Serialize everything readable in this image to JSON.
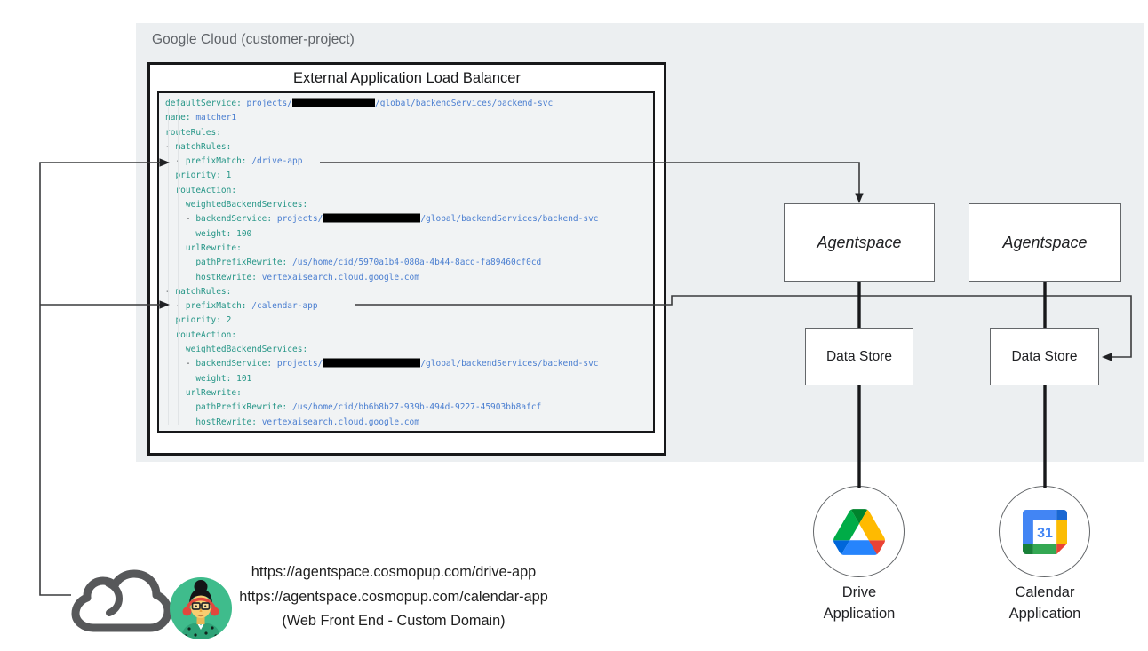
{
  "gcp_panel": {
    "label": "Google Cloud (customer-project)",
    "bg": "#eceff1"
  },
  "load_balancer": {
    "title": "External Application Load Balancer"
  },
  "config": {
    "lines": [
      [
        {
          "c": "k",
          "t": "defaultService:"
        },
        {
          "c": "v",
          "t": " projects/"
        },
        {
          "c": "r",
          "w": 93
        },
        {
          "c": "v",
          "t": "/global/backendServices/backend-svc"
        }
      ],
      [
        {
          "c": "k",
          "t": "name:"
        },
        {
          "c": "v",
          "t": " matcher1"
        }
      ],
      [
        {
          "c": "k",
          "t": "routeRules:"
        }
      ],
      [
        {
          "c": "p",
          "t": "- "
        },
        {
          "c": "k",
          "t": "matchRules:"
        }
      ],
      [
        {
          "c": "p",
          "t": "  - "
        },
        {
          "c": "k",
          "t": "prefixMatch:"
        },
        {
          "c": "v",
          "t": " /drive-app"
        }
      ],
      [
        {
          "c": "p",
          "t": "  "
        },
        {
          "c": "k",
          "t": "priority:"
        },
        {
          "c": "n",
          "t": " 1"
        }
      ],
      [
        {
          "c": "p",
          "t": "  "
        },
        {
          "c": "k",
          "t": "routeAction:"
        }
      ],
      [
        {
          "c": "p",
          "t": "    "
        },
        {
          "c": "k",
          "t": "weightedBackendServices:"
        }
      ],
      [
        {
          "c": "p",
          "t": "    - "
        },
        {
          "c": "k",
          "t": "backendService:"
        },
        {
          "c": "v",
          "t": " projects/"
        },
        {
          "c": "r",
          "w": 110
        },
        {
          "c": "v",
          "t": "/global/backendServices/backend-svc"
        }
      ],
      [
        {
          "c": "p",
          "t": "      "
        },
        {
          "c": "k",
          "t": "weight:"
        },
        {
          "c": "n",
          "t": " 100"
        }
      ],
      [
        {
          "c": "p",
          "t": "    "
        },
        {
          "c": "k",
          "t": "urlRewrite:"
        }
      ],
      [
        {
          "c": "p",
          "t": "      "
        },
        {
          "c": "k",
          "t": "pathPrefixRewrite:"
        },
        {
          "c": "v",
          "t": " /us/home/cid/5970a1b4-080a-4b44-8acd-fa89460cf0cd"
        }
      ],
      [
        {
          "c": "p",
          "t": "      "
        },
        {
          "c": "k",
          "t": "hostRewrite:"
        },
        {
          "c": "v",
          "t": " vertexaisearch.cloud.google.com"
        }
      ],
      [
        {
          "c": "p",
          "t": "- "
        },
        {
          "c": "k",
          "t": "matchRules:"
        }
      ],
      [
        {
          "c": "p",
          "t": "  - "
        },
        {
          "c": "k",
          "t": "prefixMatch:"
        },
        {
          "c": "v",
          "t": " /calendar-app"
        }
      ],
      [
        {
          "c": "p",
          "t": "  "
        },
        {
          "c": "k",
          "t": "priority:"
        },
        {
          "c": "n",
          "t": " 2"
        }
      ],
      [
        {
          "c": "p",
          "t": "  "
        },
        {
          "c": "k",
          "t": "routeAction:"
        }
      ],
      [
        {
          "c": "p",
          "t": "    "
        },
        {
          "c": "k",
          "t": "weightedBackendServices:"
        }
      ],
      [
        {
          "c": "p",
          "t": "    - "
        },
        {
          "c": "k",
          "t": "backendService:"
        },
        {
          "c": "v",
          "t": " projects/"
        },
        {
          "c": "r",
          "w": 110
        },
        {
          "c": "v",
          "t": "/global/backendServices/backend-svc"
        }
      ],
      [
        {
          "c": "p",
          "t": "      "
        },
        {
          "c": "k",
          "t": "weight:"
        },
        {
          "c": "n",
          "t": " 101"
        }
      ],
      [
        {
          "c": "p",
          "t": "    "
        },
        {
          "c": "k",
          "t": "urlRewrite:"
        }
      ],
      [
        {
          "c": "p",
          "t": "      "
        },
        {
          "c": "k",
          "t": "pathPrefixRewrite:"
        },
        {
          "c": "v",
          "t": " /us/home/cid/bb6b8b27-939b-494d-9227-45903bb8afcf"
        }
      ],
      [
        {
          "c": "p",
          "t": "      "
        },
        {
          "c": "k",
          "t": "hostRewrite:"
        },
        {
          "c": "v",
          "t": " vertexaisearch.cloud.google.com"
        }
      ]
    ],
    "colors": {
      "key": "#269687",
      "value": "#4a7ed0",
      "background": "#f1f3f4"
    }
  },
  "nodes": {
    "agentspace1": "Agentspace",
    "agentspace2": "Agentspace",
    "datastore1": "Data Store",
    "datastore2": "Data Store"
  },
  "apps": {
    "drive_label_line1": "Drive",
    "drive_label_line2": "Application",
    "calendar_label_line1": "Calendar",
    "calendar_label_line2": "Application",
    "calendar_day": "31"
  },
  "icons": {
    "drive": "google-drive-icon",
    "calendar": "google-calendar-icon",
    "cloud": "cloud-icon",
    "user": "user-avatar-icon"
  },
  "frontend": {
    "url1": "https://agentspace.cosmopup.com/drive-app",
    "url2": "https://agentspace.cosmopup.com/calendar-app",
    "caption": "(Web Front End - Custom Domain)"
  }
}
